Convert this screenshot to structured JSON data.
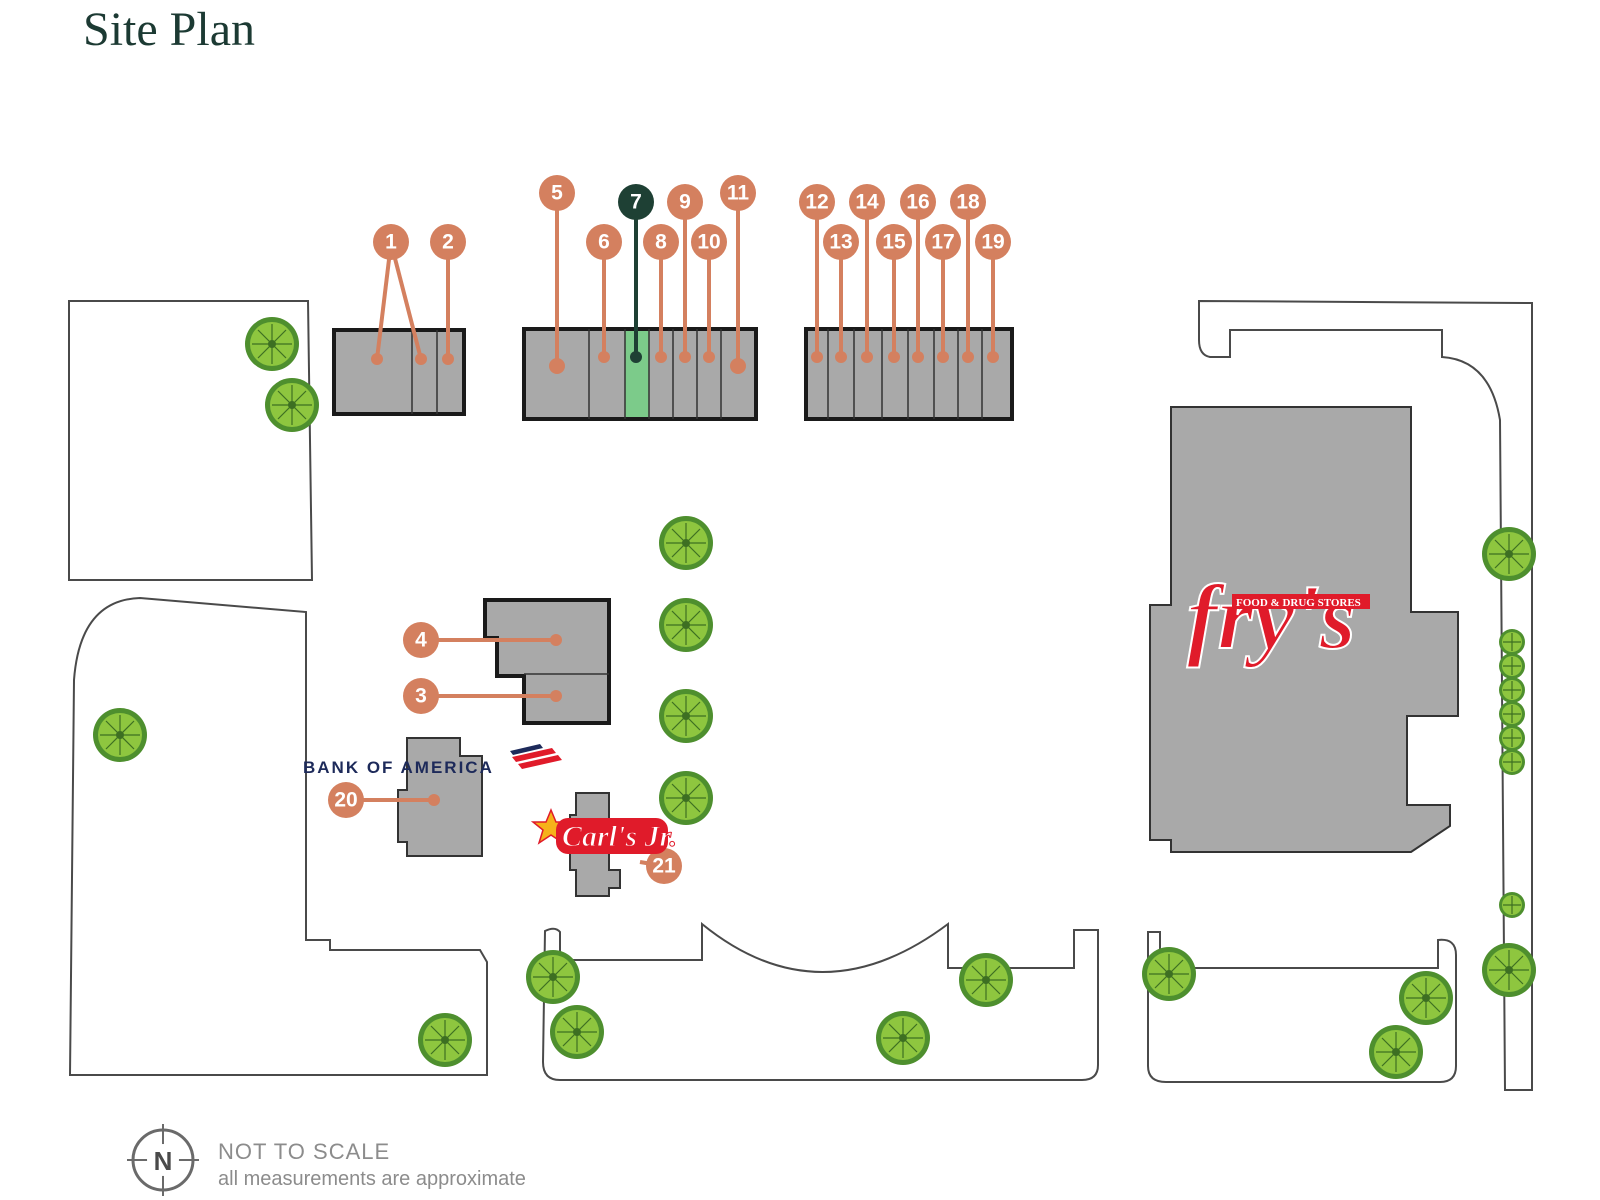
{
  "page": {
    "title": "Site Plan"
  },
  "tenants": [
    {
      "number": "1"
    },
    {
      "number": "2"
    },
    {
      "number": "3"
    },
    {
      "number": "4"
    },
    {
      "number": "5"
    },
    {
      "number": "6"
    },
    {
      "number": "7",
      "selected": true
    },
    {
      "number": "8"
    },
    {
      "number": "9"
    },
    {
      "number": "10"
    },
    {
      "number": "11"
    },
    {
      "number": "12"
    },
    {
      "number": "13"
    },
    {
      "number": "14"
    },
    {
      "number": "15"
    },
    {
      "number": "16"
    },
    {
      "number": "17"
    },
    {
      "number": "18"
    },
    {
      "number": "19"
    },
    {
      "number": "20"
    },
    {
      "number": "21"
    }
  ],
  "logos": {
    "bank": "BANK OF AMERICA",
    "grocery": "fry's",
    "grocery_tagline": "FOOD & DRUG STORES",
    "restaurant": "Carl's Jr."
  },
  "legend": {
    "compass": "N",
    "scale_note": "NOT TO SCALE",
    "measurement_note": "all measurements are approximate"
  },
  "colors": {
    "marker": "#d4805f",
    "marker_selected": "#1e4034",
    "selected_unit": "#7ccb8a",
    "building": "#a9a9a9",
    "title": "#1c3a33"
  }
}
